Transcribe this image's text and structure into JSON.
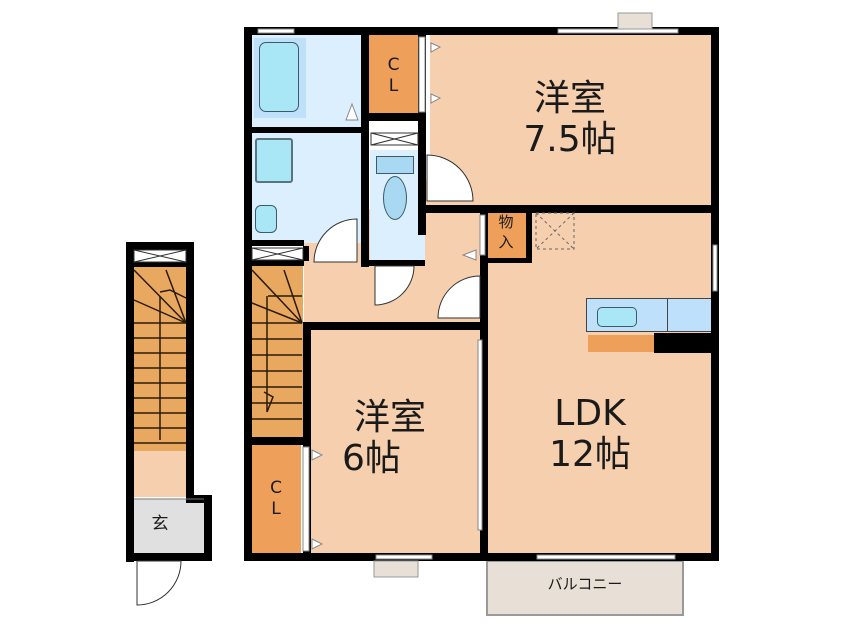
{
  "floorplan": {
    "colors": {
      "wall": "#000000",
      "room_floor": "#f5cfae",
      "storage": "#ee9f5a",
      "stairs": "#e9a85f",
      "wet_area": "#dcefff",
      "fixture": "#a9e7f7",
      "entrance": "#e0e0e0",
      "balcony": "#e8dfd7"
    },
    "rooms": {
      "western_room_large": {
        "name": "洋室",
        "size": "7.5帖"
      },
      "western_room_small": {
        "name": "洋室",
        "size": "6帖"
      },
      "ldk": {
        "name": "LDK",
        "size": "12帖"
      },
      "closet_top": {
        "line1": "C",
        "line2": "L"
      },
      "closet_bottom": {
        "line1": "C",
        "line2": "L"
      },
      "storage": {
        "line1": "物",
        "line2": "入"
      },
      "entrance": {
        "name": "玄"
      },
      "balcony": {
        "name": "バルコニー"
      }
    }
  }
}
